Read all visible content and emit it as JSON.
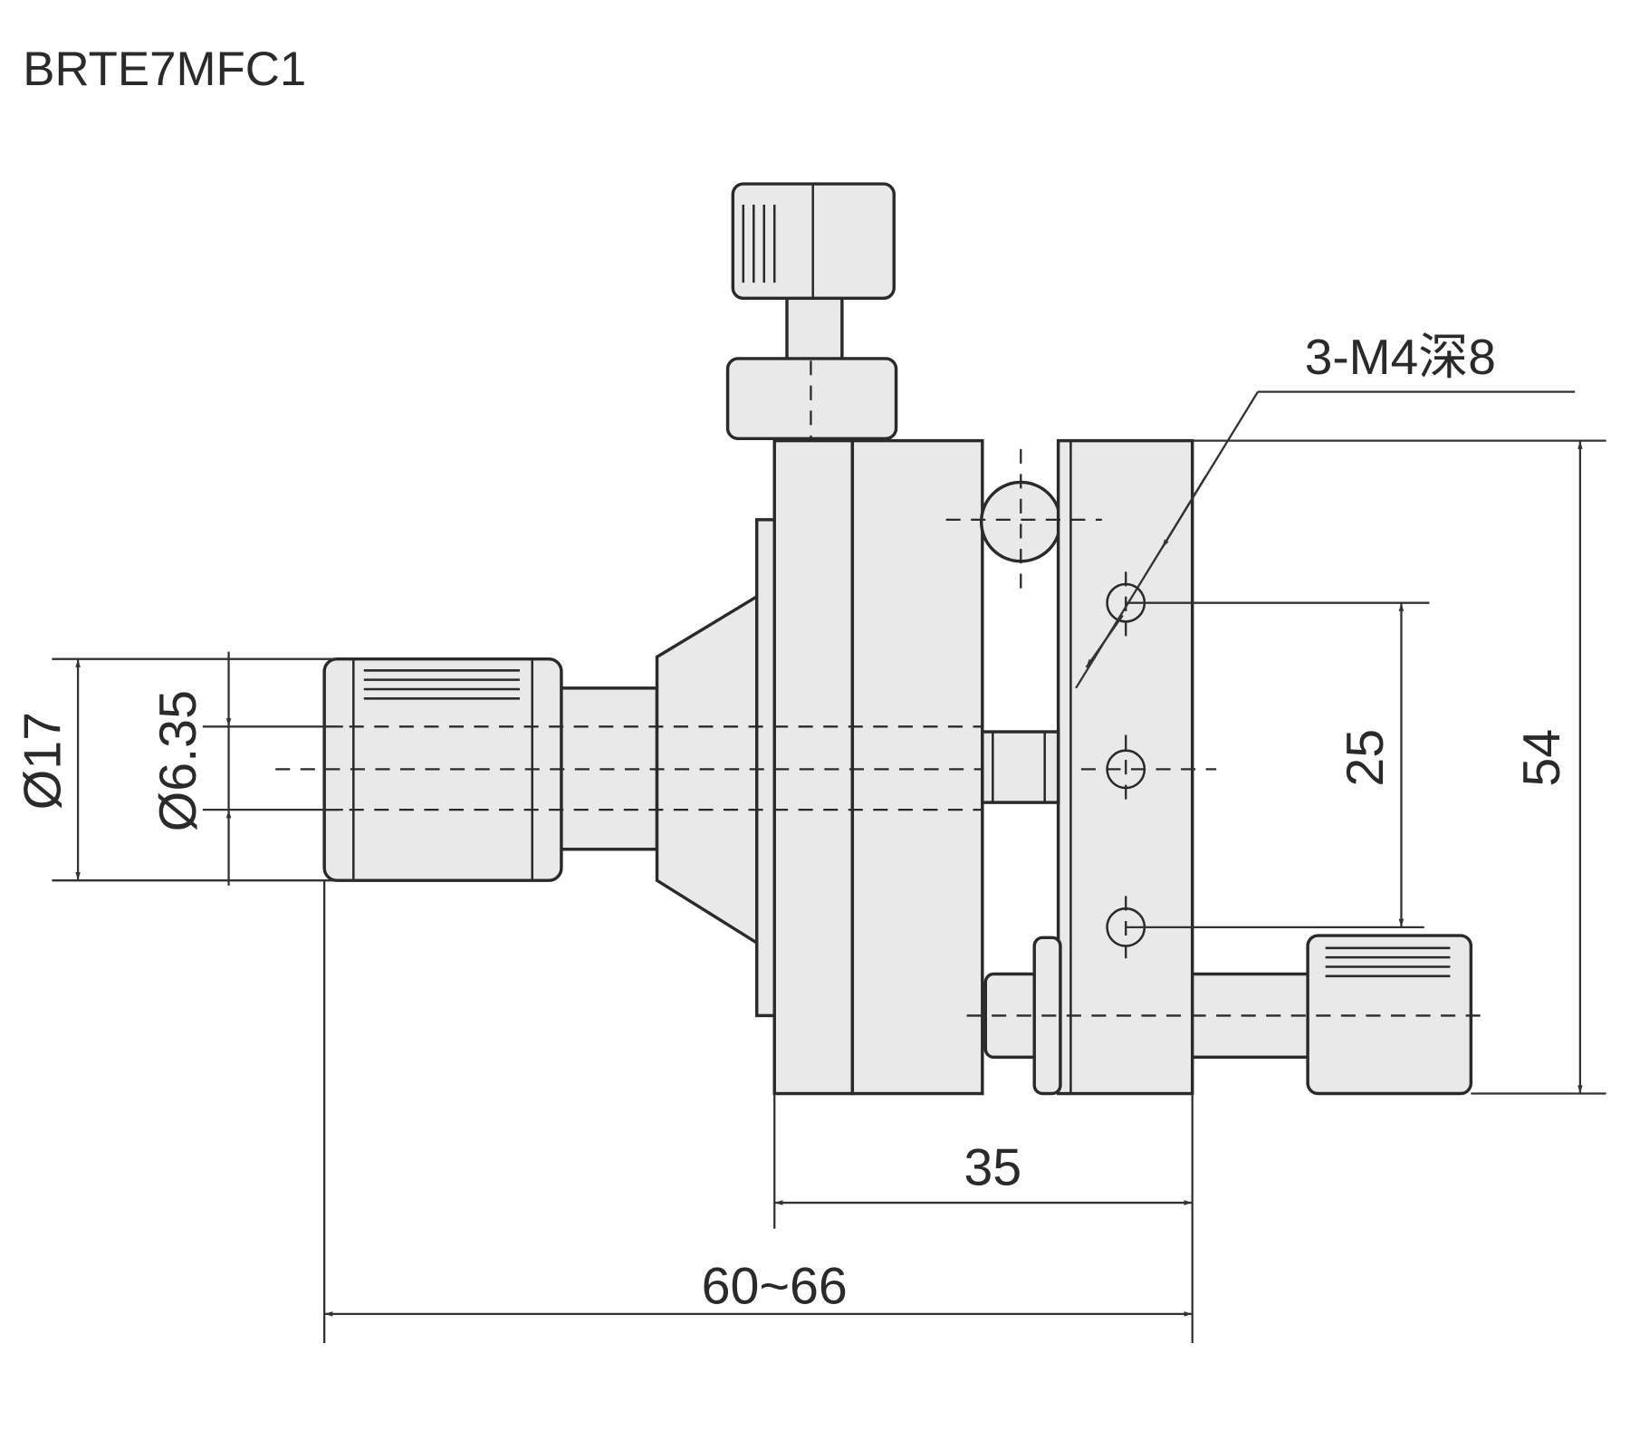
{
  "title": "BRTE7MFC1",
  "annotations": {
    "thread_note": "3-M4深8"
  },
  "dimensions": {
    "height": "54",
    "hole_pitch": "25",
    "width": "35",
    "travel_length": "60~66",
    "drum_diameter": "Ø17",
    "spindle_diameter": "Ø6.35"
  }
}
